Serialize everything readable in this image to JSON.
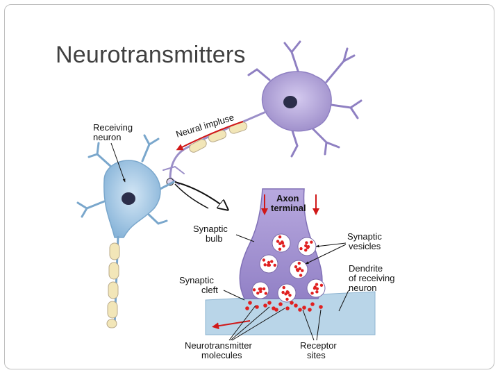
{
  "slide": {
    "title": "Neurotransmitters"
  },
  "diagram": {
    "labels": {
      "receiving_neuron": [
        "Receiving",
        "neuron"
      ],
      "neural_impulse": "Neural impluse",
      "axon_terminal": [
        "Axon",
        "terminal"
      ],
      "synaptic_bulb": [
        "Synaptic",
        "bulb"
      ],
      "synaptic_vesicles": [
        "Synaptic",
        "vesicles"
      ],
      "dendrite_receiving": [
        "Dendrite",
        "of receiving",
        "neuron"
      ],
      "synaptic_cleft": [
        "Synaptic",
        "cleft"
      ],
      "neurotransmitter_molecules": [
        "Neurotransmitter",
        "molecules"
      ],
      "receptor_sites": [
        "Receptor",
        "sites"
      ]
    },
    "colors": {
      "sending_neuron": "#b3a6d9",
      "receiving_neuron": "#a8cbe6",
      "nucleus": "#2b2e4a",
      "myelin": "#f2e6b8",
      "neurotransmitter": "#e02020",
      "arrow": "#d01818",
      "dendrite_surface": "#b9d5e8"
    }
  }
}
